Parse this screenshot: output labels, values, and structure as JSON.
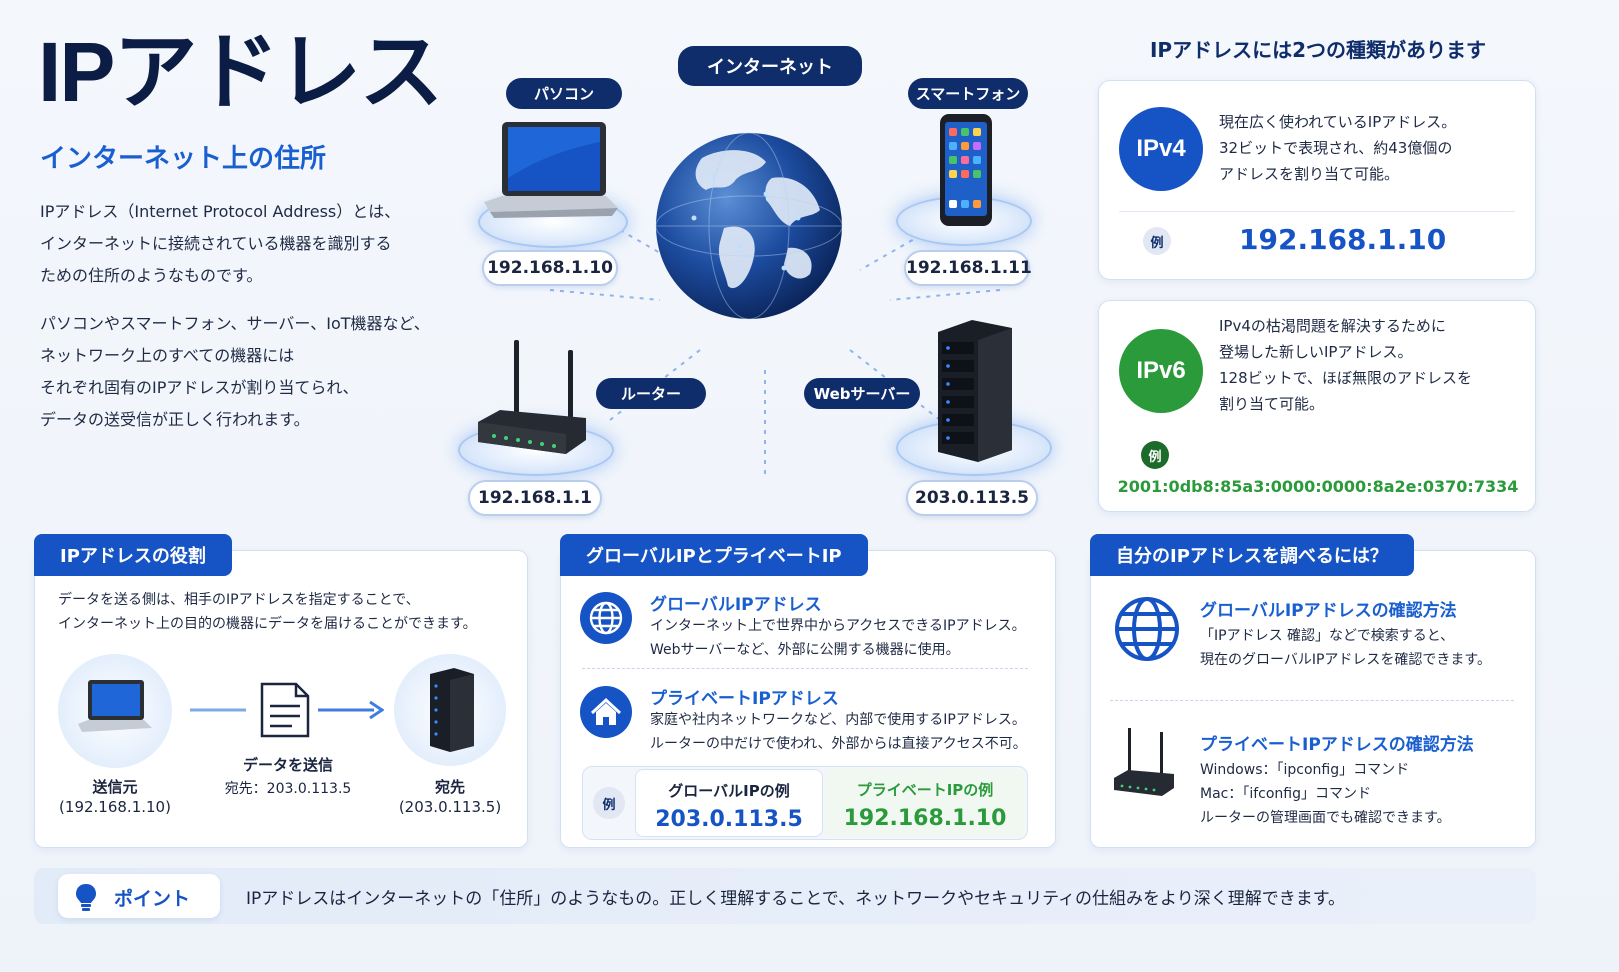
{
  "header": {
    "title": "IPアドレス",
    "subtitle": "インターネット上の住所",
    "intro_lines_1": [
      "IPアドレス（Internet Protocol Address）とは、",
      "インターネットに接続されている機器を識別する",
      "ための住所のようなものです。"
    ],
    "intro_lines_2": [
      "パソコンやスマートフォン、サーバー、IoT機器など、",
      "ネットワーク上のすべての機器には",
      "それぞれ固有のIPアドレスが割り当てられ、",
      "データの送受信が正しく行われます。"
    ]
  },
  "diagram": {
    "internet_label": "インターネット",
    "pc": {
      "label": "パソコン",
      "ip": "192.168.1.10"
    },
    "phone": {
      "label": "スマートフォン",
      "ip": "192.168.1.11"
    },
    "router": {
      "label": "ルーター",
      "ip": "192.168.1.1"
    },
    "server": {
      "label": "Webサーバー",
      "ip": "203.0.113.5"
    }
  },
  "types": {
    "heading": "IPアドレスには2つの種類があります",
    "ipv4": {
      "badge": "IPv4",
      "lines": [
        "現在広く使われているIPアドレス。",
        "32ビットで表現され、約43億個の",
        "アドレスを割り当て可能。"
      ],
      "example_label": "例",
      "example": "192.168.1.10"
    },
    "ipv6": {
      "badge": "IPv6",
      "lines": [
        "IPv4の枯渇問題を解決するために",
        "登場した新しいIPアドレス。",
        "128ビットで、ほぼ無限のアドレスを",
        "割り当て可能。"
      ],
      "example_label": "例",
      "example": "2001:0db8:85a3:0000:0000:8a2e:0370:7334"
    }
  },
  "role": {
    "title": "IPアドレスの役割",
    "lines": [
      "データを送る側は、相手のIPアドレスを指定することで、",
      "インターネット上の目的の機器にデータを届けることができます。"
    ],
    "sender_label": "送信元",
    "sender_ip": "(192.168.1.10)",
    "send_label": "データを送信",
    "send_dest": "宛先：203.0.113.5",
    "dest_label": "宛先",
    "dest_ip": "(203.0.113.5)"
  },
  "global_private": {
    "title": "グローバルIPとプライベートIP",
    "global_heading": "グローバルIPアドレス",
    "global_lines": [
      "インターネット上で世界中からアクセスできるIPアドレス。",
      "Webサーバーなど、外部に公開する機器に使用。"
    ],
    "private_heading": "プライベートIPアドレス",
    "private_lines": [
      "家庭や社内ネットワークなど、内部で使用するIPアドレス。",
      "ルーターの中だけで使われ、外部からは直接アクセス不可。"
    ],
    "example_label": "例",
    "global_example_label": "グローバルIPの例",
    "global_example": "203.0.113.5",
    "private_example_label": "プライベートIPの例",
    "private_example": "192.168.1.10"
  },
  "check": {
    "title": "自分のIPアドレスを調べるには？",
    "global_heading": "グローバルIPアドレスの確認方法",
    "global_lines": [
      "「IPアドレス 確認」などで検索すると、",
      "現在のグローバルIPアドレスを確認できます。"
    ],
    "private_heading": "プライベートIPアドレスの確認方法",
    "private_lines": [
      "Windows：「ipconfig」コマンド",
      "Mac：「ifconfig」コマンド",
      "ルーターの管理画面でも確認できます。"
    ]
  },
  "point": {
    "label": "ポイント",
    "text": "IPアドレスはインターネットの「住所」のようなもの。正しく理解することで、ネットワークやセキュリティの仕組みをより深く理解できます。"
  },
  "colors": {
    "navy": "#0f2d6b",
    "blue": "#1653c4",
    "green": "#2b9a3b",
    "accent": "#1a5fd0"
  }
}
